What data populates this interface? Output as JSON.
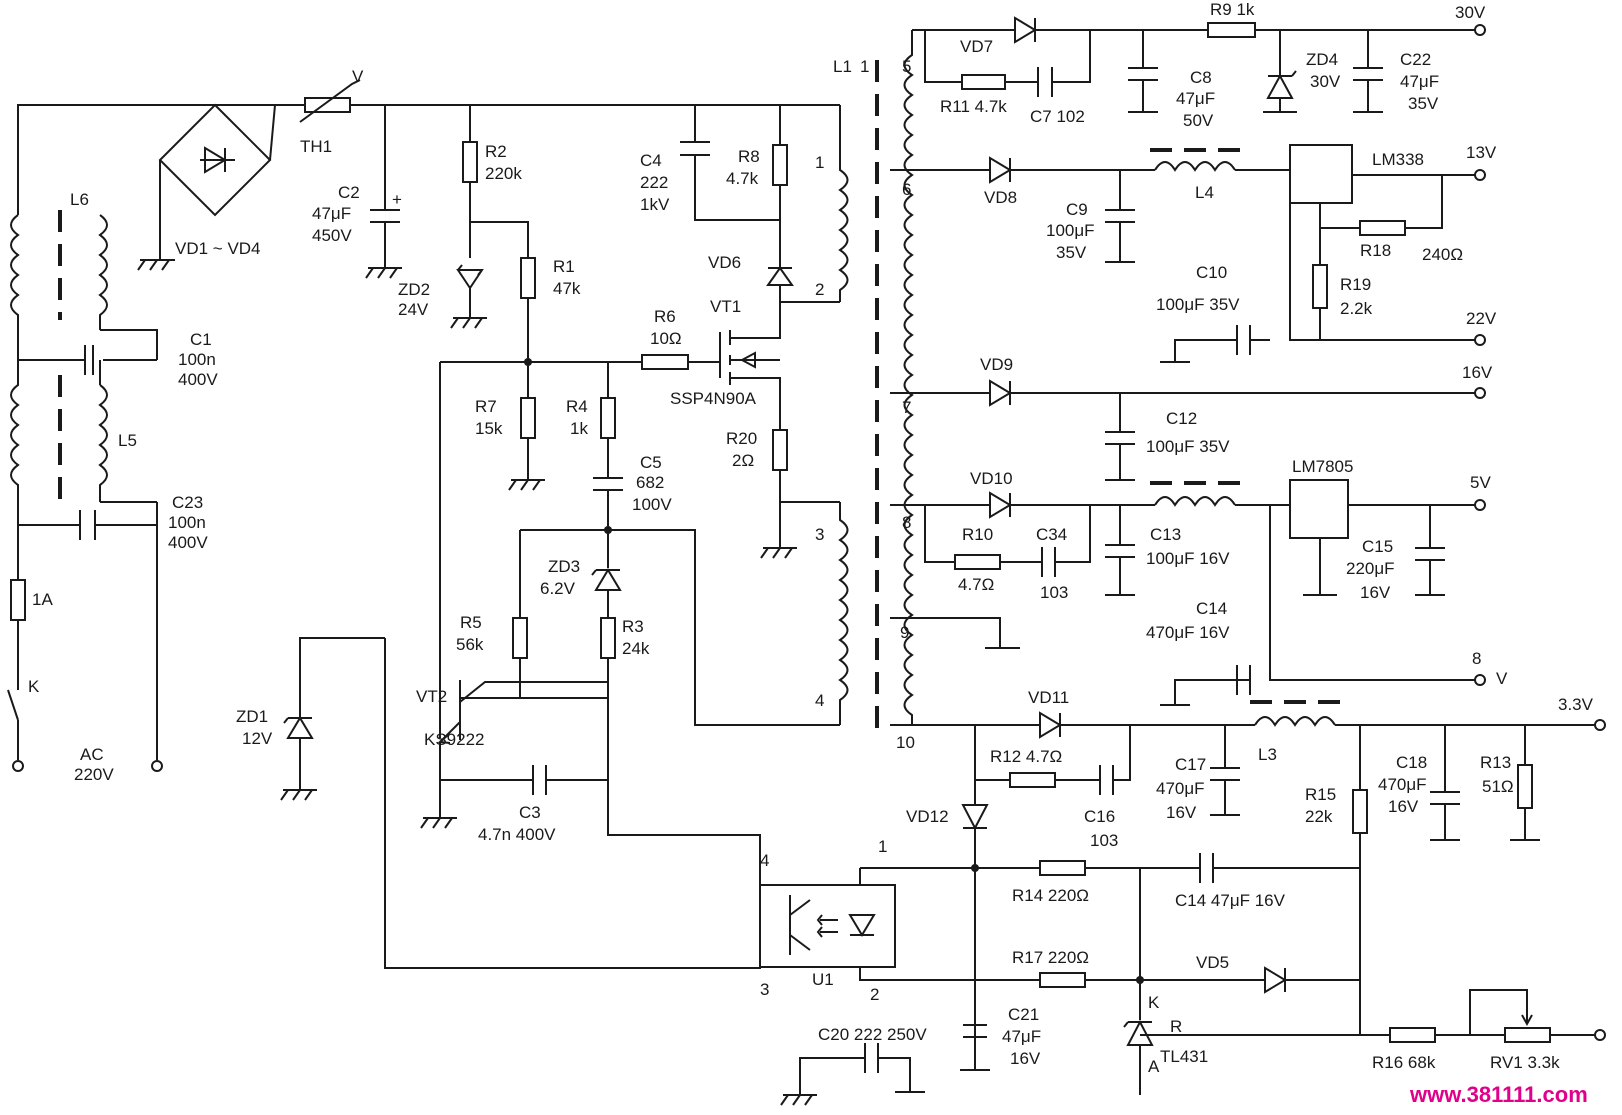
{
  "labels": {
    "ac": "AC",
    "ac_v": "220V",
    "fuse": "1A",
    "switch": "K",
    "L6": "L6",
    "L5": "L5",
    "C1": "C1",
    "C1_v1": "100n",
    "C1_v2": "400V",
    "C23": "C23",
    "C23_v1": "100n",
    "C23_v2": "400V",
    "bridge": "VD1 ~ VD4",
    "TH1": "TH1",
    "TH1_v": "V",
    "C2": "C2",
    "C2_v1": "47μF",
    "C2_v2": "450V",
    "R2": "R2",
    "R2_v": "220k",
    "ZD2": "ZD2",
    "ZD2_v": "24V",
    "R1": "R1",
    "R1_v": "47k",
    "C4": "C4",
    "C4_v1": "222",
    "C4_v2": "1kV",
    "R8": "R8",
    "R8_v": "4.7k",
    "VD6": "VD6",
    "VT1": "VT1",
    "R6": "R6",
    "R6_v": "10Ω",
    "SSP": "SSP4N90A",
    "R7": "R7",
    "R7_v": "15k",
    "R4": "R4",
    "R4_v": "1k",
    "C5": "C5",
    "C5_v1": "682",
    "C5_v2": "100V",
    "R20": "R20",
    "R20_v": "2Ω",
    "ZD3": "ZD3",
    "ZD3_v": "6.2V",
    "R5": "R5",
    "R5_v": "56k",
    "R3": "R3",
    "R3_v": "24k",
    "VT2": "VT2",
    "KS": "KS9222",
    "ZD1": "ZD1",
    "ZD1_v": "12V",
    "C3": "C3",
    "C3_v": "4.7n 400V",
    "L1": "L1",
    "p1": "1",
    "p2": "2",
    "p3": "3",
    "p4": "4",
    "s1": "1",
    "s5": "5",
    "s6": "6",
    "s7": "7",
    "s8": "8",
    "s9": "9",
    "s10": "10",
    "VD7": "VD7",
    "R11": "R11 4.7k",
    "C7": "C7 102",
    "C8": "C8",
    "C8_v1": "47μF",
    "C8_v2": "50V",
    "R9": "R9 1k",
    "ZD4": "ZD4",
    "ZD4_v": "30V",
    "C22": "C22",
    "C22_v1": "47μF",
    "C22_v2": "35V",
    "out30": "30V",
    "VD8": "VD8",
    "C9": "C9",
    "C9_v1": "100μF",
    "C9_v2": "35V",
    "L4": "L4",
    "LM338": "LM338",
    "out13": "13V",
    "R18": "R18",
    "R18_v": "240Ω",
    "C10": "C10",
    "C10_v": "100μF 35V",
    "R19": "R19",
    "R19_v": "2.2k",
    "out22": "22V",
    "VD9": "VD9",
    "out16": "16V",
    "C12": "C12",
    "C12_v": "100μF 35V",
    "VD10": "VD10",
    "LM7805": "LM7805",
    "out5": "5V",
    "R10": "R10",
    "R10_v": "4.7Ω",
    "C34": "C34",
    "C34_v": "103",
    "C13": "C13",
    "C13_v": "100μF 16V",
    "C15": "C15",
    "C15_v1": "220μF",
    "C15_v2": "16V",
    "C14a": "C14",
    "C14a_v": "470μF 16V",
    "out8": "8",
    "out8v": "V",
    "VD11": "VD11",
    "L3": "L3",
    "out33": "3.3V",
    "R12": "R12 4.7Ω",
    "C17": "C17",
    "C17_v1": "470μF",
    "C17_v2": "16V",
    "C16": "C16",
    "C16_v": "103",
    "R15": "R15",
    "R15_v": "22k",
    "C18": "C18",
    "C18_v1": "470μF",
    "C18_v2": "16V",
    "R13": "R13",
    "R13_v": "51Ω",
    "VD12": "VD12",
    "u1p1": "1",
    "u1p2": "2",
    "u1p3": "3",
    "u1p4": "4",
    "U1": "U1",
    "R14": "R14 220Ω",
    "C14b": "C14 47μF 16V",
    "R17": "R17 220Ω",
    "VD5": "VD5",
    "K": "K",
    "R": "R",
    "A": "A",
    "TL431": "TL431",
    "C20": "C20 222 250V",
    "C21": "C21",
    "C21_v1": "47μF",
    "C21_v2": "16V",
    "R16": "R16 68k",
    "RV1": "RV1 3.3k",
    "watermark": "www.381111.com"
  }
}
